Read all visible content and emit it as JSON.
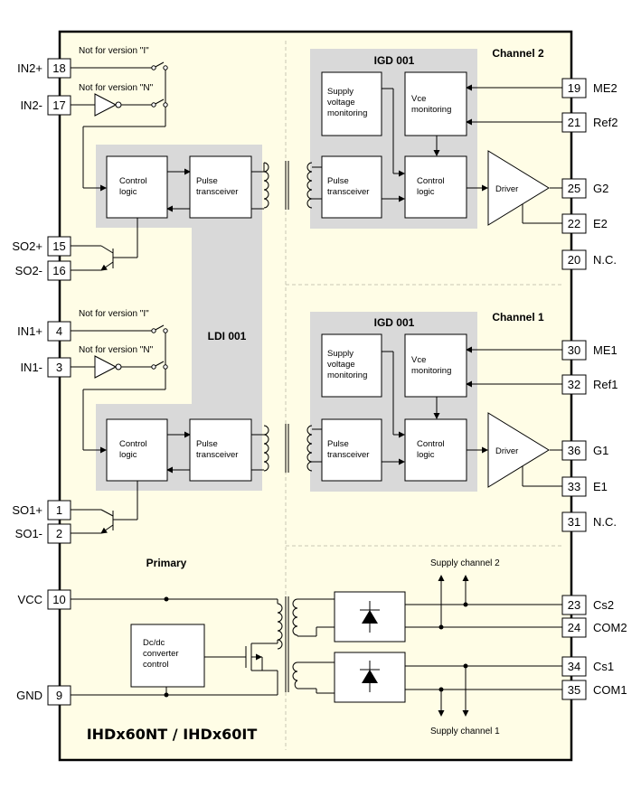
{
  "title": "IHDx60NT / IHDx60IT",
  "sections": {
    "ldi": "LDI 001",
    "igd_top": "IGD 001",
    "igd_bottom": "IGD 001",
    "channel2": "Channel 2",
    "channel1": "Channel 1",
    "primary": "Primary"
  },
  "notes": {
    "not_i_top": "Not for version \"I\"",
    "not_n_top": "Not for version \"N\"",
    "not_i_bottom": "Not for version \"I\"",
    "not_n_bottom": "Not for version \"N\"",
    "supply_ch2": "Supply channel 2",
    "supply_ch1": "Supply channel 1"
  },
  "blocks": {
    "control_logic_1": "Control|logic",
    "pulse_tx_1": "Pulse|transceiver",
    "control_logic_2": "Control|logic",
    "pulse_tx_2": "Pulse|transceiver",
    "svm_ch2": "Supply|voltage|monitoring",
    "vce_ch2": "Vce|monitoring",
    "pulse_ch2": "Pulse|transceiver",
    "ctrl_ch2": "Control|logic",
    "driver_ch2": "Driver",
    "svm_ch1": "Supply|voltage|monitoring",
    "vce_ch1": "Vce|monitoring",
    "pulse_ch1": "Pulse|transceiver",
    "ctrl_ch1": "Control|logic",
    "driver_ch1": "Driver",
    "dcdc": "Dc/dc|converter|control"
  },
  "left_pins": [
    {
      "num": "18",
      "label": "IN2+"
    },
    {
      "num": "17",
      "label": "IN2-"
    },
    {
      "num": "15",
      "label": "SO2+"
    },
    {
      "num": "16",
      "label": "SO2-"
    },
    {
      "num": "4",
      "label": "IN1+"
    },
    {
      "num": "3",
      "label": "IN1-"
    },
    {
      "num": "1",
      "label": "SO1+"
    },
    {
      "num": "2",
      "label": "SO1-"
    },
    {
      "num": "10",
      "label": "VCC"
    },
    {
      "num": "9",
      "label": "GND"
    }
  ],
  "right_pins": [
    {
      "num": "19",
      "label": "ME2"
    },
    {
      "num": "21",
      "label": "Ref2"
    },
    {
      "num": "25",
      "label": "G2"
    },
    {
      "num": "22",
      "label": "E2"
    },
    {
      "num": "20",
      "label": "N.C."
    },
    {
      "num": "30",
      "label": "ME1"
    },
    {
      "num": "32",
      "label": "Ref1"
    },
    {
      "num": "36",
      "label": "G1"
    },
    {
      "num": "33",
      "label": "E1"
    },
    {
      "num": "31",
      "label": "N.C."
    },
    {
      "num": "23",
      "label": "Cs2"
    },
    {
      "num": "24",
      "label": "COM2"
    },
    {
      "num": "34",
      "label": "Cs1"
    },
    {
      "num": "35",
      "label": "COM1"
    }
  ]
}
